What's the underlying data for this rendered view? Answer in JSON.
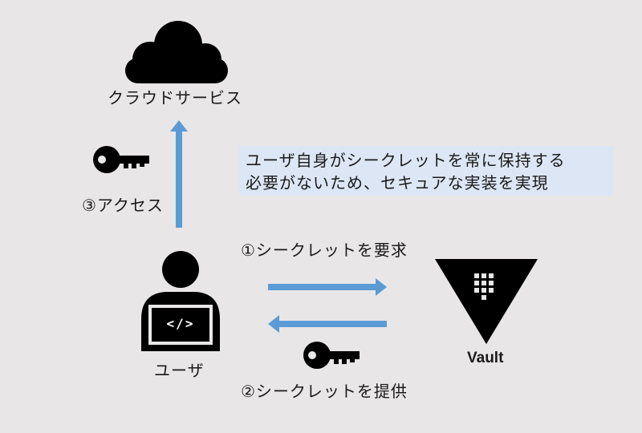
{
  "cloud": {
    "label": "クラウドサービス",
    "icon": "cloud-icon"
  },
  "user": {
    "label": "ユーザ",
    "icon": "user-with-laptop-icon",
    "laptop_glyph": "</>"
  },
  "vault": {
    "label": "Vault",
    "icon": "vault-triangle-icon"
  },
  "steps": {
    "request": "①シークレットを要求",
    "provide": "②シークレットを提供",
    "access": "③アクセス"
  },
  "note": {
    "line1": "ユーザ自身がシークレットを常に保持する",
    "line2": "必要がないため、セキュアな実装を実現"
  },
  "colors": {
    "background": "#e8e6e7",
    "arrow": "#5b9bd5",
    "note_background": "#dde6f5",
    "icon": "#000000"
  }
}
